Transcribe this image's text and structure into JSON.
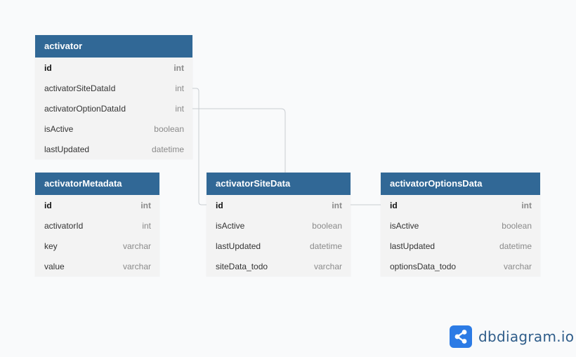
{
  "tables": {
    "activator": {
      "name": "activator",
      "rows": [
        {
          "name": "id",
          "type": "int"
        },
        {
          "name": "activatorSiteDataId",
          "type": "int"
        },
        {
          "name": "activatorOptionDataId",
          "type": "int"
        },
        {
          "name": "isActive",
          "type": "boolean"
        },
        {
          "name": "lastUpdated",
          "type": "datetime"
        }
      ]
    },
    "activatorMetadata": {
      "name": "activatorMetadata",
      "rows": [
        {
          "name": "id",
          "type": "int"
        },
        {
          "name": "activatorId",
          "type": "int"
        },
        {
          "name": "key",
          "type": "varchar"
        },
        {
          "name": "value",
          "type": "varchar"
        }
      ]
    },
    "activatorSiteData": {
      "name": "activatorSiteData",
      "rows": [
        {
          "name": "id",
          "type": "int"
        },
        {
          "name": "isActive",
          "type": "boolean"
        },
        {
          "name": "lastUpdated",
          "type": "datetime"
        },
        {
          "name": "siteData_todo",
          "type": "varchar"
        }
      ]
    },
    "activatorOptionsData": {
      "name": "activatorOptionsData",
      "rows": [
        {
          "name": "id",
          "type": "int"
        },
        {
          "name": "isActive",
          "type": "boolean"
        },
        {
          "name": "lastUpdated",
          "type": "datetime"
        },
        {
          "name": "optionsData_todo",
          "type": "varchar"
        }
      ]
    }
  },
  "brand": {
    "text": "dbdiagram.io",
    "icon": "share-nodes-icon",
    "color": "#2c7be5"
  },
  "colors": {
    "header": "#316896",
    "connector": "#c9cdd2"
  }
}
